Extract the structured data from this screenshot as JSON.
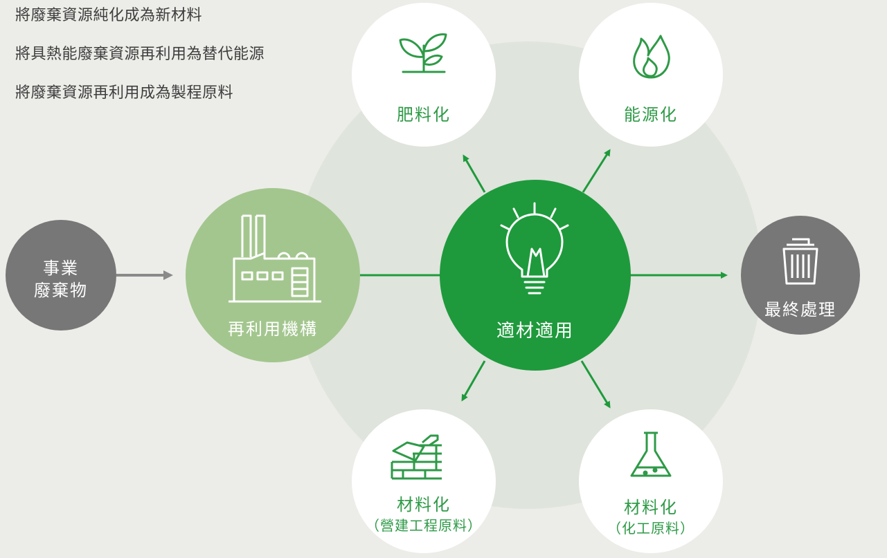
{
  "legend": [
    "將廢棄資源純化成為新材料",
    "將具熱能廢棄資源再利用為替代能源",
    "將廢棄資源再利用成為製程原料"
  ],
  "nodes": {
    "business_waste": {
      "line1": "事業",
      "line2": "廢棄物"
    },
    "reuse_org": {
      "label": "再利用機構"
    },
    "center": {
      "label": "適材適用"
    },
    "final_disposal": {
      "label": "最終處理"
    },
    "fertilizer": {
      "label": "肥料化"
    },
    "energy": {
      "label": "能源化"
    },
    "material_construction": {
      "label": "材料化",
      "sub": "（營建工程原料）"
    },
    "material_chemical": {
      "label": "材料化",
      "sub": "（化工原料）"
    }
  },
  "icons": {
    "business_waste": "none",
    "reuse_org": "factory-icon",
    "center": "lightbulb-icon",
    "final_disposal": "trash-can-icon",
    "fertilizer": "sprout-icon",
    "energy": "flame-icon",
    "material_construction": "bricks-trowel-icon",
    "material_chemical": "flask-icon"
  },
  "colors": {
    "background": "#ecede8",
    "hub_ring": "#dde3da",
    "center_green": "#1e9a3c",
    "reuse_green": "#a3c68e",
    "gray_node": "#777777",
    "outer_node": "#ffffff",
    "icon_green": "#2e9a47",
    "arrow_gray": "#8a8a8a"
  }
}
